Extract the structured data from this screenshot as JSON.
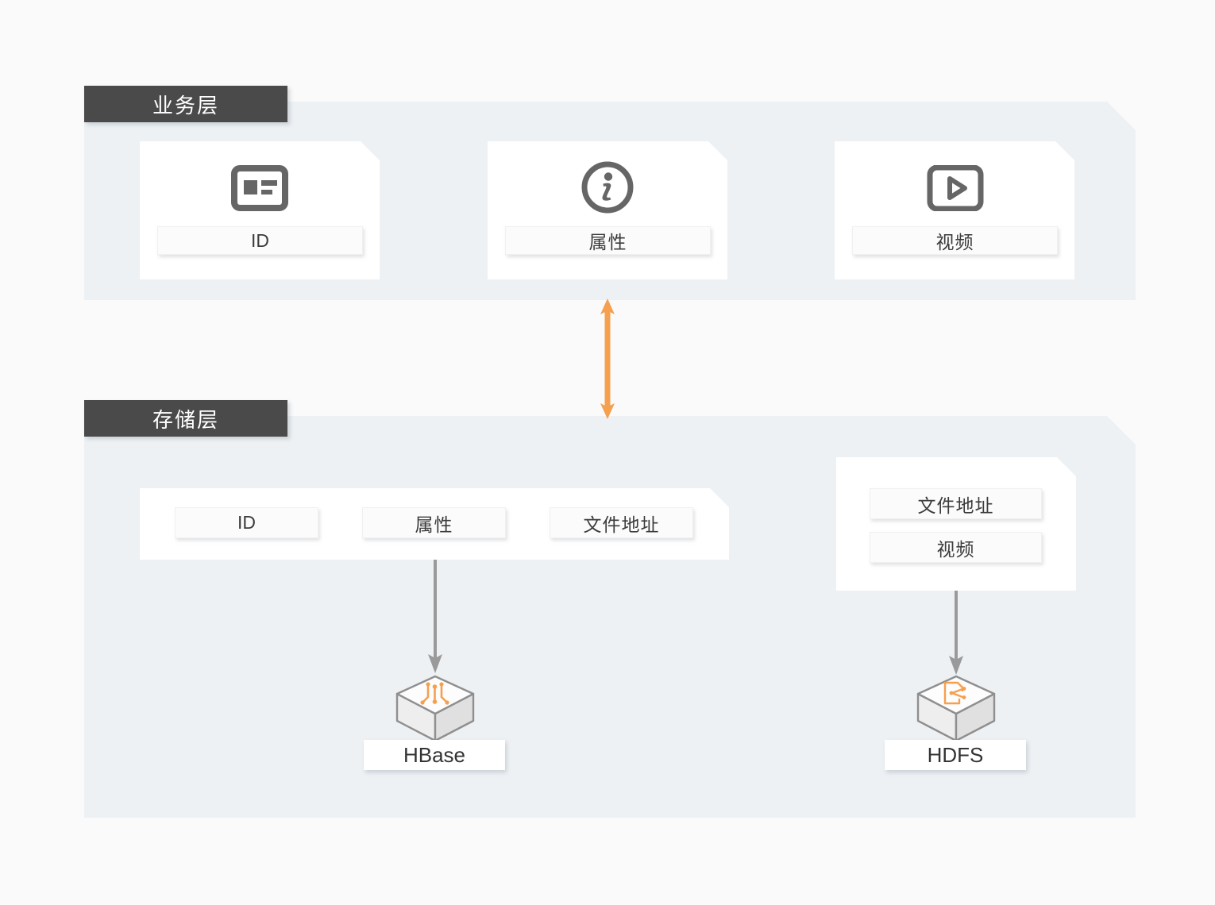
{
  "diagram": {
    "title": "",
    "background_color": "#fafafa",
    "panel_color": "#edf1f4",
    "tab_color": "#4a4a4a",
    "accent_color": "#f5a04f",
    "connector_color": "#9a9a9a"
  },
  "layers": [
    {
      "id": "business",
      "tab_label": "业务层",
      "cards": [
        {
          "id": "business-id",
          "icon": "id-card-icon",
          "chip_label": "ID"
        },
        {
          "id": "business-attribute",
          "icon": "info-circle-icon",
          "chip_label": "属性"
        },
        {
          "id": "business-video",
          "icon": "video-play-icon",
          "chip_label": "视频"
        }
      ]
    },
    {
      "id": "storage",
      "tab_label": "存储层",
      "cards": [
        {
          "id": "storage-hbase-card",
          "chips": [
            "ID",
            "属性",
            "文件地址"
          ]
        },
        {
          "id": "storage-hdfs-card",
          "chips": [
            "文件地址",
            "视频"
          ]
        }
      ],
      "nodes": [
        {
          "id": "hbase-node",
          "label": "HBase",
          "icon": "hbase-cube-icon"
        },
        {
          "id": "hdfs-node",
          "label": "HDFS",
          "icon": "hdfs-cube-icon"
        }
      ]
    }
  ],
  "connections": [
    {
      "id": "layer-link",
      "type": "bidirectional-arrow",
      "from": "business-layer",
      "to": "storage-layer",
      "color": "#f5a04f"
    },
    {
      "id": "hbase-link",
      "type": "arrow",
      "from": "storage-hbase-card",
      "to": "hbase-node",
      "color": "#9a9a9a"
    },
    {
      "id": "hdfs-link",
      "type": "arrow",
      "from": "storage-hdfs-card",
      "to": "hdfs-node",
      "color": "#9a9a9a"
    }
  ]
}
